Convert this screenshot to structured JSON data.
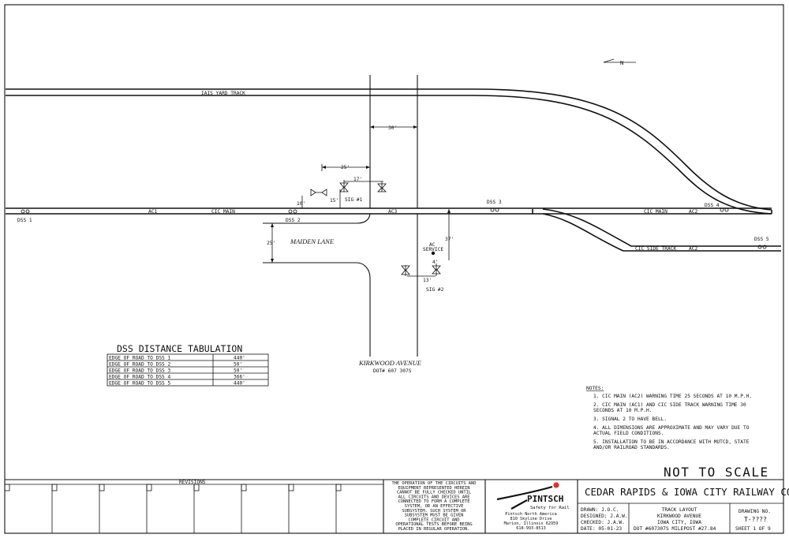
{
  "tracks": {
    "yard_track": "IAIS YARD TRACK",
    "ac1": "AC1",
    "cic_main_1": "CIC MAIN",
    "ac3": "AC3",
    "cic_main_2": "CIC MAIN",
    "ac2_main": "AC2",
    "side_track": "CIC SIDE TRACK",
    "ac2_side": "AC2"
  },
  "dss": {
    "dss1": "DSS 1",
    "dss2": "DSS 2",
    "dss3": "DSS 3",
    "dss4": "DSS 4",
    "dss5": "DSS 5"
  },
  "dims": {
    "d30": "30'",
    "d25": "25'",
    "d17": "17'",
    "d10": "10'",
    "d15": "15'",
    "d25b": "25'",
    "d37": "37'",
    "d13": "13'",
    "d4": "4'"
  },
  "signals": {
    "sig1": "SIG #1",
    "sig2": "SIG #2",
    "ac_service_1": "AC",
    "ac_service_2": "SERVICE"
  },
  "roads": {
    "maiden_lane": "MAIDEN LANE",
    "kirkwood": "KIRKWOOD AVENUE",
    "dot": "DOT# 607 307S"
  },
  "tabulation": {
    "title": "DSS DISTANCE TABULATION",
    "rows": [
      {
        "label": "EDGE OF ROAD TO DSS 1",
        "value": "440'"
      },
      {
        "label": "EDGE OF ROAD TO DSS 2",
        "value": "50'"
      },
      {
        "label": "EDGE OF ROAD TO DSS 3",
        "value": "50'"
      },
      {
        "label": "EDGE OF ROAD TO DSS 4",
        "value": "366'"
      },
      {
        "label": "EDGE OF ROAD TO DSS 5",
        "value": "440'"
      }
    ]
  },
  "notes": {
    "heading": "NOTES:",
    "items": [
      [
        "1. CIC MAIN (AC2) WARNING TIME 25 SECONDS AT 10 M.P.H."
      ],
      [
        "2. CIC MAIN (AC1) AND CIC SIDE TRACK WARNING TIME 30",
        "   SECONDS AT 10 M.P.H."
      ],
      [
        "3. SIGNAL 2 TO HAVE BELL."
      ],
      [
        "4. ALL DIMENSIONS ARE APPROXIMATE AND MAY VARY DUE TO",
        "   ACTUAL FIELD CONDITIONS."
      ],
      [
        "5. INSTALLATION TO BE IN ACCORDANCE WITH MUTCD, STATE",
        "   AND/OR RAILROAD STANDARDS."
      ]
    ]
  },
  "scale_note": "NOT TO SCALE",
  "title_block": {
    "revisions": "REVISIONS",
    "disclaimer": [
      "THE OPERATION OF THE CIRCUITS AND",
      "EQUIPMENT REPRESENTED HEREIN",
      "CANNOT BE FULLY CHECKED UNTIL",
      "ALL CIRCUITS AND DEVICES ARE",
      "CONNECTED TO FORM A COMPLETE",
      "SYSTEM, OR AN EFFECTIVE",
      "SUBSYSTEM.  SUCH SYSTEM OR",
      "SUBSYSTEM MUST BE GIVEN",
      "COMPLETE CIRCUIT AND",
      "OPERATIONAL TESTS BEFORE BEING",
      "PLACED IN REGULAR OPERATION."
    ],
    "logo_text": "PINTSCH",
    "logo_tagline": "Safety for Rail",
    "company_lines": [
      "Pintsch North America",
      "810 Skyline Drive",
      "Marion, Illinois 62959",
      "618-993-8513"
    ],
    "railway": "CEDAR RAPIDS & IOWA CITY RAILWAY CO.",
    "drawn": "DRAWN:     J.O.C.",
    "designed": "DESIGNED:  J.A.W.",
    "checked": "CHECKED:   J.A.W.",
    "date": "DATE:  05-01-23",
    "layout_lines": [
      "TRACK LAYOUT",
      "KIRKWOOD AVENUE",
      "IOWA CITY, IOWA"
    ],
    "dot_milepost": "DOT #607307S    MILEPOST #27.84",
    "drawing_no_label": "DRAWING NO.",
    "drawing_no": "T-????",
    "sheet": "SHEET 1 OF 9"
  },
  "colors": {
    "accent_red": "#d9342b",
    "line": "#111111"
  }
}
